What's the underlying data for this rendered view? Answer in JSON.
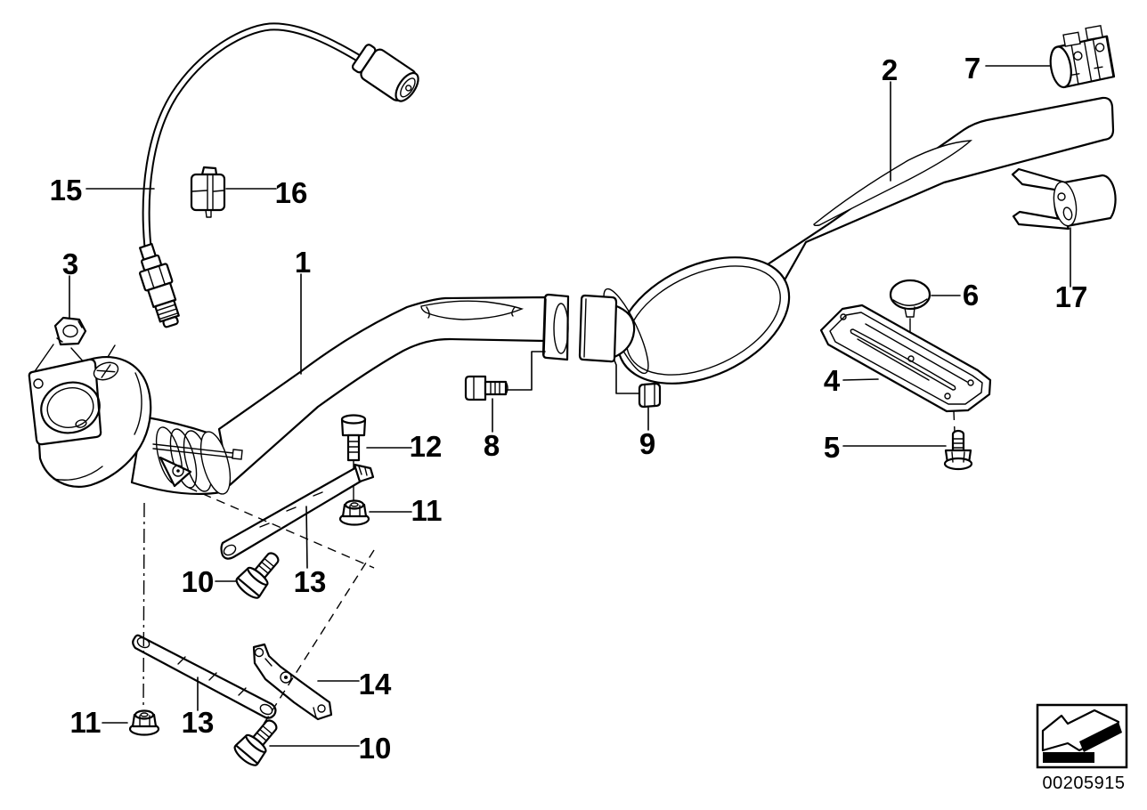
{
  "figure": {
    "drawing_number": "00205915"
  },
  "callouts": {
    "p1": "1",
    "p2": "2",
    "p3": "3",
    "p4": "4",
    "p5": "5",
    "p6": "6",
    "p7": "7",
    "p8": "8",
    "p9": "9",
    "p10": "10",
    "p11": "11",
    "p12": "12",
    "p13": "13",
    "p14": "14",
    "p15": "15",
    "p16": "16",
    "p17": "17"
  },
  "icons": {
    "nav_arrow": "thick-arrow-down-left"
  }
}
